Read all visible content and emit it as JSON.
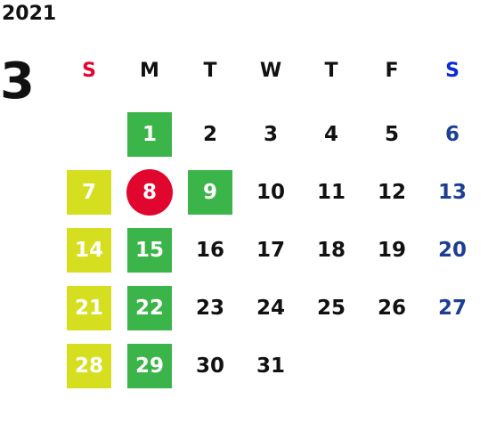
{
  "year": "2021",
  "month": "3",
  "weekdays": [
    {
      "label": "S",
      "color": "#e1062d"
    },
    {
      "label": "M",
      "color": "#111111"
    },
    {
      "label": "T",
      "color": "#111111"
    },
    {
      "label": "W",
      "color": "#111111"
    },
    {
      "label": "T",
      "color": "#111111"
    },
    {
      "label": "F",
      "color": "#111111"
    },
    {
      "label": "S",
      "color": "#0a2bd6"
    }
  ],
  "legend_colors": {
    "green": "#3bb54a",
    "yellow": "#d5df1f",
    "red_circle": "#e1062d",
    "saturday_text": "#1c3f94"
  },
  "days": [
    {
      "label": "",
      "style": "empty"
    },
    {
      "label": "1",
      "style": "green"
    },
    {
      "label": "2",
      "style": "normal"
    },
    {
      "label": "3",
      "style": "normal"
    },
    {
      "label": "4",
      "style": "normal"
    },
    {
      "label": "5",
      "style": "normal"
    },
    {
      "label": "6",
      "style": "sat"
    },
    {
      "label": "7",
      "style": "yellow"
    },
    {
      "label": "8",
      "style": "red"
    },
    {
      "label": "9",
      "style": "green"
    },
    {
      "label": "10",
      "style": "normal"
    },
    {
      "label": "11",
      "style": "normal"
    },
    {
      "label": "12",
      "style": "normal"
    },
    {
      "label": "13",
      "style": "sat"
    },
    {
      "label": "14",
      "style": "yellow"
    },
    {
      "label": "15",
      "style": "green"
    },
    {
      "label": "16",
      "style": "normal"
    },
    {
      "label": "17",
      "style": "normal"
    },
    {
      "label": "18",
      "style": "normal"
    },
    {
      "label": "19",
      "style": "normal"
    },
    {
      "label": "20",
      "style": "sat"
    },
    {
      "label": "21",
      "style": "yellow"
    },
    {
      "label": "22",
      "style": "green"
    },
    {
      "label": "23",
      "style": "normal"
    },
    {
      "label": "24",
      "style": "normal"
    },
    {
      "label": "25",
      "style": "normal"
    },
    {
      "label": "26",
      "style": "normal"
    },
    {
      "label": "27",
      "style": "sat"
    },
    {
      "label": "28",
      "style": "yellow"
    },
    {
      "label": "29",
      "style": "green"
    },
    {
      "label": "30",
      "style": "normal"
    },
    {
      "label": "31",
      "style": "normal"
    }
  ]
}
